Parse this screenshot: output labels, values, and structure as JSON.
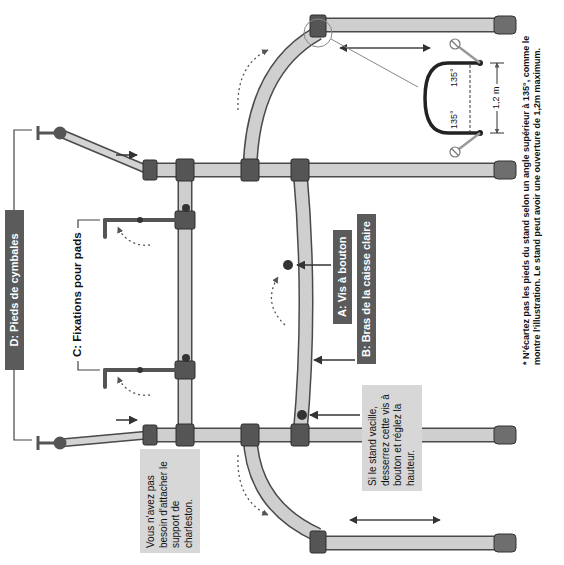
{
  "diagram": {
    "nodes": [
      {
        "text": [
          "D: Pieds de cymbales"
        ]
      },
      {
        "text": [
          "Vous n’avez pas besoin d’attacher le support de charleston."
        ]
      },
      {
        "text": [
          "A: Vis à bouton"
        ]
      },
      {
        "text": [
          "B: Bras de la caisse claire"
        ]
      },
      {
        "text": [
          "Si le stand vacille, desserrez cette vis à bouton et réglez la hauteur."
        ]
      }
    ],
    "labels": [
      "C: Fixations pour pads",
      "135°",
      "135°",
      "1,2 m",
      "* N’écartez pas les pieds du stand selon un angle supérieur à 135°, comme le montre l’illustration. Le stand peut avoir une ouverture de 1,2m maximum."
    ]
  }
}
